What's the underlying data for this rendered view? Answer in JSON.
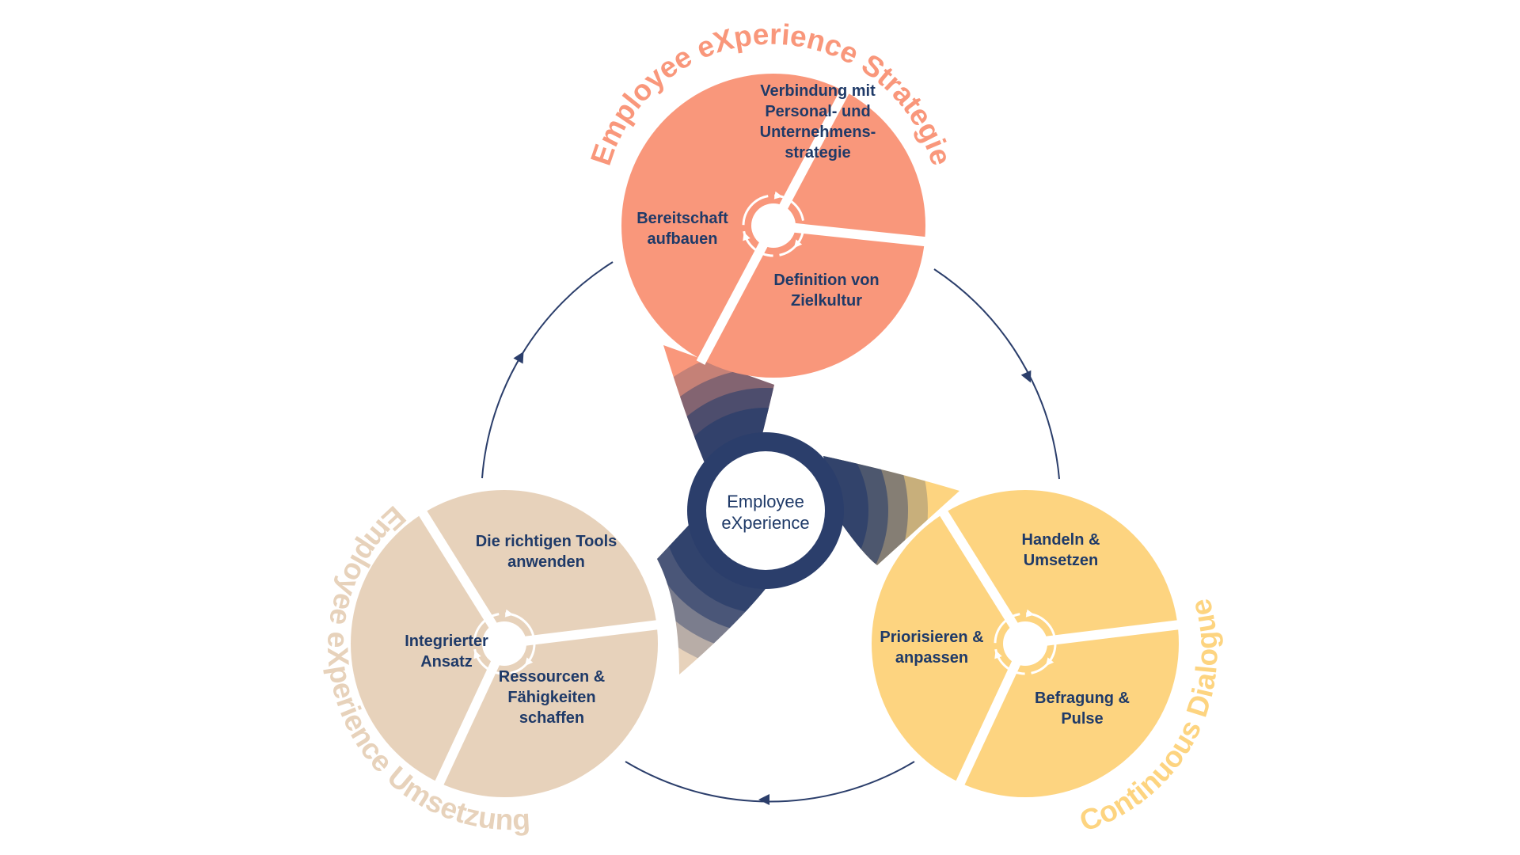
{
  "center": {
    "line1": "Employee",
    "line2": "eXperience"
  },
  "colors": {
    "strategy": "#f9977b",
    "dialogue": "#fdd480",
    "implementation": "#e7d2bb",
    "navy": "#2b3e6b",
    "label": "#1f3a68"
  },
  "clusters": {
    "strategy": {
      "title": "Employee eXperience Strategie",
      "segments": [
        {
          "lines": [
            "Verbindung mit",
            "Personal- und",
            "Unternehmens-",
            "strategie"
          ]
        },
        {
          "lines": [
            "Definition von",
            "Zielkultur"
          ]
        },
        {
          "lines": [
            "Bereitschaft",
            "aufbauen"
          ]
        }
      ]
    },
    "dialogue": {
      "title": "Continuous Dialogue",
      "segments": [
        {
          "lines": [
            "Handeln &",
            "Umsetzen"
          ]
        },
        {
          "lines": [
            "Befragung &",
            "Pulse"
          ]
        },
        {
          "lines": [
            "Priorisieren &",
            "anpassen"
          ]
        }
      ]
    },
    "implementation": {
      "title": "Employee eXperience Umsetzung",
      "segments": [
        {
          "lines": [
            "Die richtigen Tools",
            "anwenden"
          ]
        },
        {
          "lines": [
            "Ressourcen &",
            "Fähigkeiten",
            "schaffen"
          ]
        },
        {
          "lines": [
            "Integrierter",
            "Ansatz"
          ]
        }
      ]
    }
  },
  "cycle_arrows": [
    "strategy-to-dialogue",
    "dialogue-to-implementation",
    "implementation-to-strategy"
  ]
}
